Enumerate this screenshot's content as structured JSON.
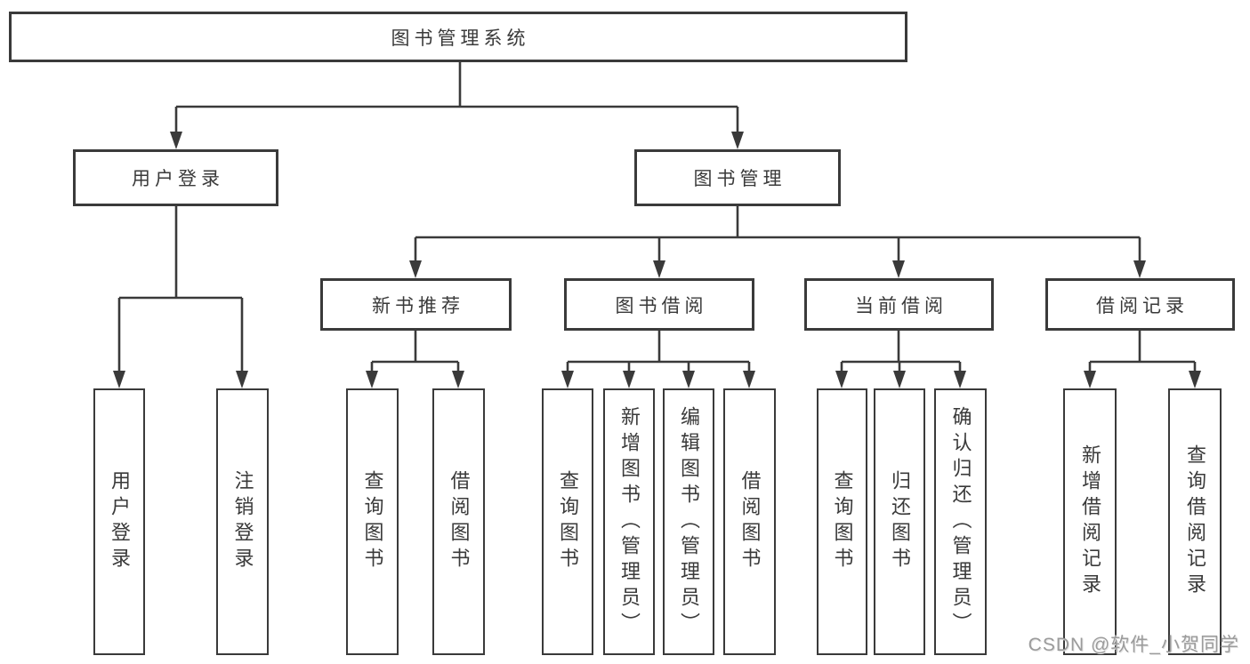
{
  "diagram": {
    "root": "图书管理系统",
    "branches": {
      "user_login": "用户登录",
      "book_mgmt": "图书管理"
    },
    "modules": {
      "new_book": "新书推荐",
      "book_borrow": "图书借阅",
      "current_borrow": "当前借阅",
      "borrow_record": "借阅记录"
    },
    "leaves": {
      "user_login": [
        "用户登录",
        "注销登录"
      ],
      "new_book": [
        "查询图书",
        "借阅图书"
      ],
      "book_borrow": [
        "查询图书",
        "新增图书（管理员）",
        "编辑图书（管理员）",
        "借阅图书"
      ],
      "current_borrow": [
        "查询图书",
        "归还图书",
        "确认归还（管理员）"
      ],
      "borrow_record": [
        "新增借阅记录",
        "查询借阅记录"
      ]
    }
  },
  "watermark": "CSDN @软件_小贺同学",
  "colors": {
    "line": "#3a3a3a",
    "text": "#3a3a3a",
    "watermark": "#9b9b9b",
    "background": "#ffffff"
  }
}
